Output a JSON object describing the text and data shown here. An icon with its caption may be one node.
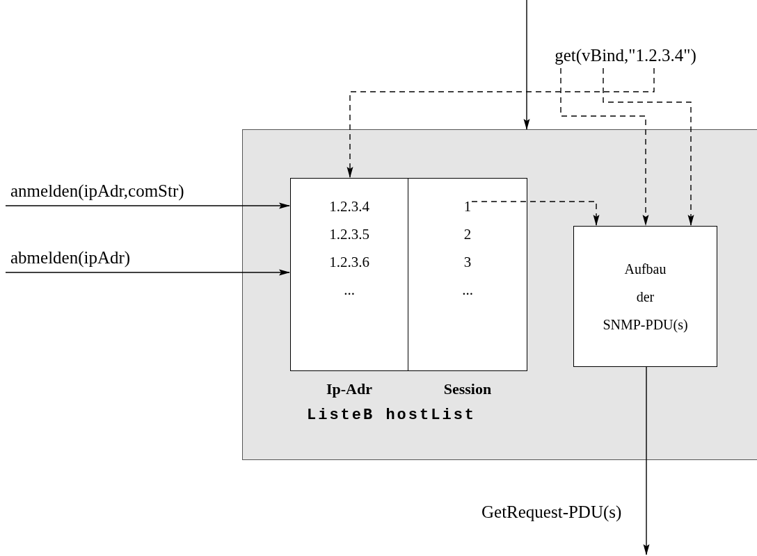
{
  "diagram": {
    "nodes": [
      {
        "text": [],
        "shape": "box"
      },
      {
        "text": [
          "1.2.3.4",
          "1.2.3.5",
          "1.2.3.6",
          "..."
        ],
        "in": 0,
        "beside": [
          "Ip-Adr"
        ]
      },
      {
        "text": [
          "1",
          "2",
          "3",
          "..."
        ],
        "in": 0,
        "beside": [
          "Session"
        ]
      },
      {
        "text": [
          "Aufbau der SNMP-PDU(s)"
        ],
        "in": 0
      },
      {
        "text": [
          "get(vBind,\"1.2.3.4\")"
        ]
      }
    ],
    "edges": [
      {
        "from": null,
        "to": 1,
        "arrow": "to",
        "label": "anmelden(ipAdr,comStr)"
      },
      {
        "from": null,
        "to": 1,
        "arrow": "to",
        "label": "abmelden(ipAdr)"
      },
      {
        "from": null,
        "to": 0,
        "arrow": "to"
      },
      {
        "from": 4,
        "to": 1,
        "arrow": "to",
        "style": "dashed"
      },
      {
        "from": 4,
        "to": 3,
        "arrow": "to",
        "style": "dashed"
      },
      {
        "from": 4,
        "to": 3,
        "arrow": "to",
        "style": "dashed"
      },
      {
        "from": 2,
        "to": 3,
        "arrow": "to",
        "style": "dashed"
      },
      {
        "from": 3,
        "to": null,
        "arrow": "to",
        "label": "GetRequest-PDU(s)"
      }
    ],
    "labels": [
      "ListeB hostList"
    ]
  }
}
